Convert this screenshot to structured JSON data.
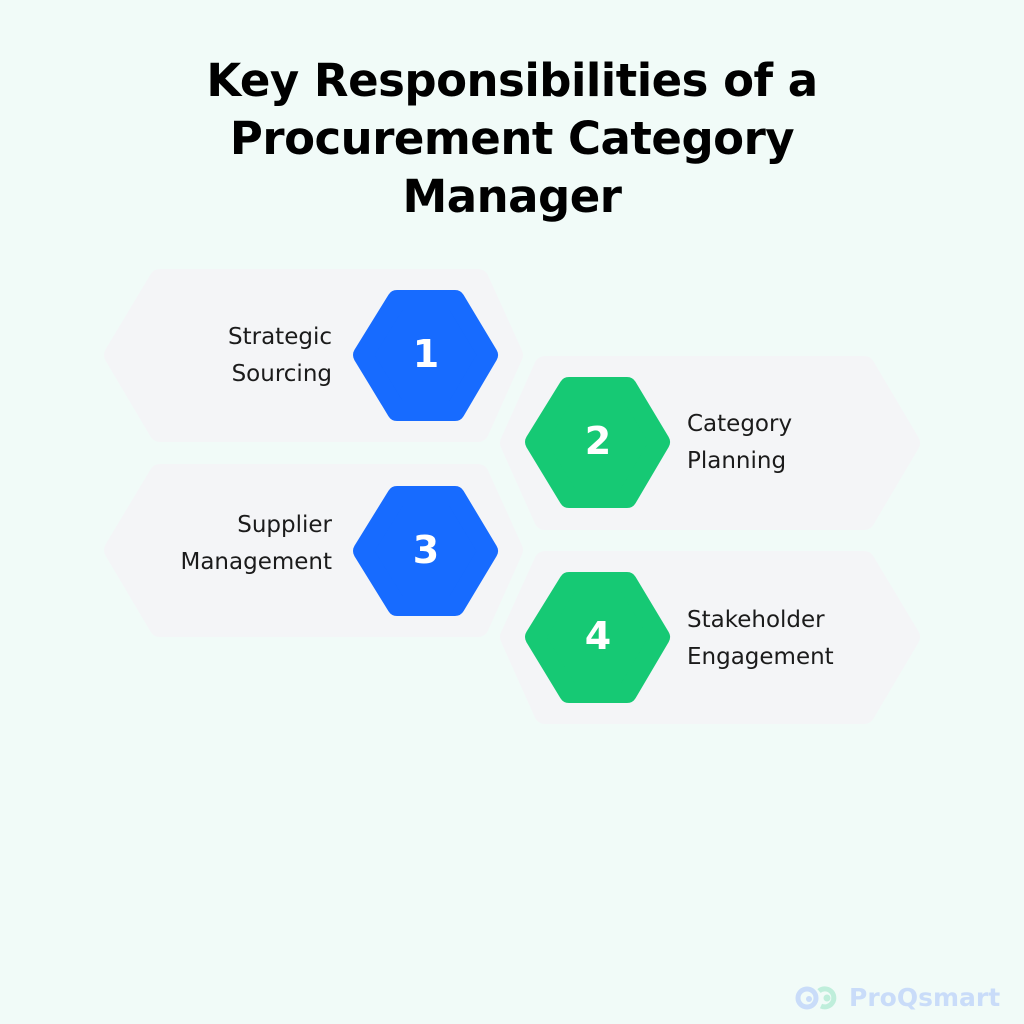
{
  "title": {
    "line1": "Key Responsibilities of a",
    "line2": "Procurement Category",
    "line3": "Manager"
  },
  "items": [
    {
      "number": "1",
      "line1": "Strategic",
      "line2": "Sourcing",
      "color": "#176bff"
    },
    {
      "number": "2",
      "line1": "Category",
      "line2": "Planning",
      "color": "#16c974"
    },
    {
      "number": "3",
      "line1": "Supplier",
      "line2": "Management",
      "color": "#176bff"
    },
    {
      "number": "4",
      "line1": "Stakeholder",
      "line2": "Engagement",
      "color": "#16c974"
    }
  ],
  "logo": {
    "text": "ProQsmart"
  }
}
